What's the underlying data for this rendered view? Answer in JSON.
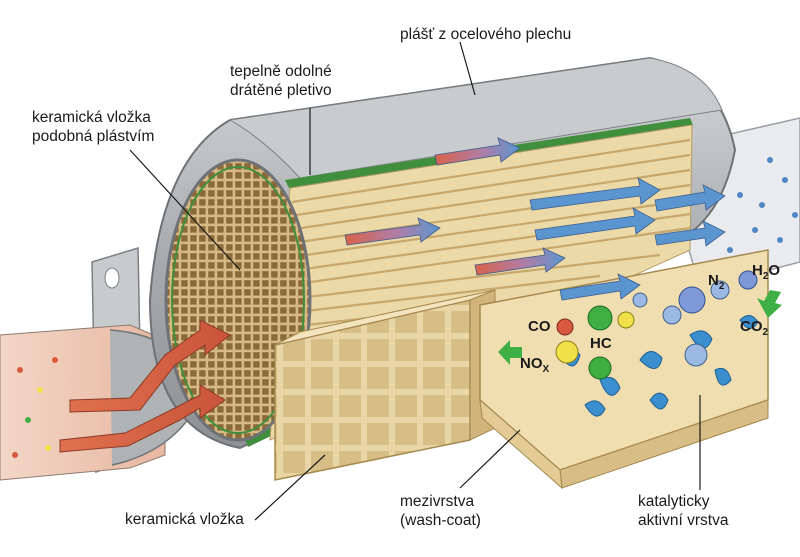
{
  "labels": {
    "steel_shell": "plášť z ocelového plechu",
    "wire_mesh": "tepelně odolné\ndrátěné pletivo",
    "ceramic_honeycomb": "keramická vložka\npodobná plástvím",
    "ceramic_insert": "keramická vložka",
    "washcoat": "mezivrstva\n(wash-coat)",
    "catalytic_layer": "katalyticky\naktivní vrstva"
  },
  "chemicals": {
    "co": "CO",
    "hc": "HC",
    "nox_main": "NO",
    "nox_sub": "X",
    "n2_main": "N",
    "n2_sub": "2",
    "h2o_h": "H",
    "h2o_sub": "2",
    "h2o_o": "O",
    "co2_main": "CO",
    "co2_sub": "2"
  },
  "colors": {
    "steel": "#b9bcbf",
    "ceramic": "#ecd9a8",
    "exhaust_pipe_in": "#f0c9b4",
    "exhaust_pipe_out": "#e9ebef",
    "mesh": "#3f8f3c",
    "arrow_hot": "#d86a4a",
    "arrow_clean": "#5b95cf",
    "catalyst": "#3b8fcf"
  }
}
